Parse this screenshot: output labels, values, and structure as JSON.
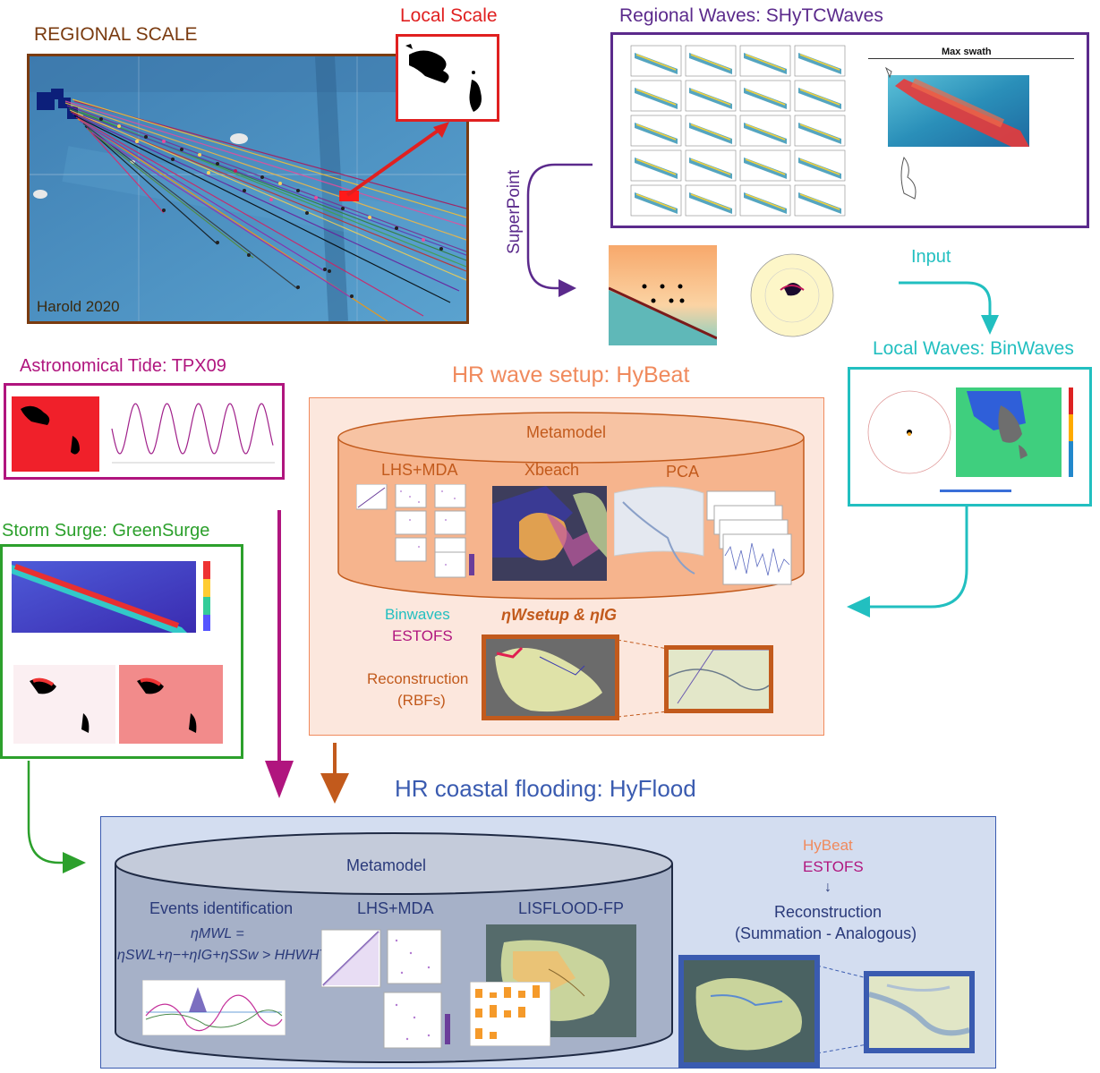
{
  "regional": {
    "title": "REGIONAL SCALE",
    "map_caption": "Harold 2020"
  },
  "local_scale": {
    "title": "Local Scale"
  },
  "regional_waves": {
    "title": "Regional Waves: SHyTCWaves",
    "swath_title": "Max swath"
  },
  "superpoint": {
    "label": "SuperPoint"
  },
  "input": {
    "label": "Input"
  },
  "local_waves": {
    "title": "Local Waves: BinWaves"
  },
  "tide": {
    "title": "Astronomical Tide: TPX09"
  },
  "surge": {
    "title": "Storm Surge: GreenSurge"
  },
  "hybeat": {
    "title": "HR wave setup: HyBeat",
    "metamodel": "Metamodel",
    "lhs": "LHS+MDA",
    "xbeach": "Xbeach",
    "pca": "PCA",
    "binwaves": "Binwaves",
    "estofs": "ESTOFS",
    "eta_label": "ηWsetup & ηIG",
    "reconstruction": "Reconstruction",
    "rbfs": "(RBFs)"
  },
  "hyflood": {
    "title": "HR coastal flooding: HyFlood",
    "metamodel": "Metamodel",
    "events": "Events identification",
    "eta_mwl": "ηMWL =",
    "formula": "ηSWL+η−+ηIG+ηSSw > HHWHT",
    "lhs": "LHS+MDA",
    "lisflood": "LISFLOOD-FP",
    "hybeat": "HyBeat",
    "estofs": "ESTOFS",
    "reconstruction": "Reconstruction",
    "summation": "(Summation - Analogous)"
  },
  "colors": {
    "regional": "#7a3b10",
    "local_red": "#e02020",
    "purple": "#5b2a8c",
    "teal": "#22bfc0",
    "magenta": "#b0157e",
    "green": "#2ca02c",
    "salmon": "#f08a5d",
    "brown": "#c25a1c",
    "blue": "#3a5bb0"
  }
}
